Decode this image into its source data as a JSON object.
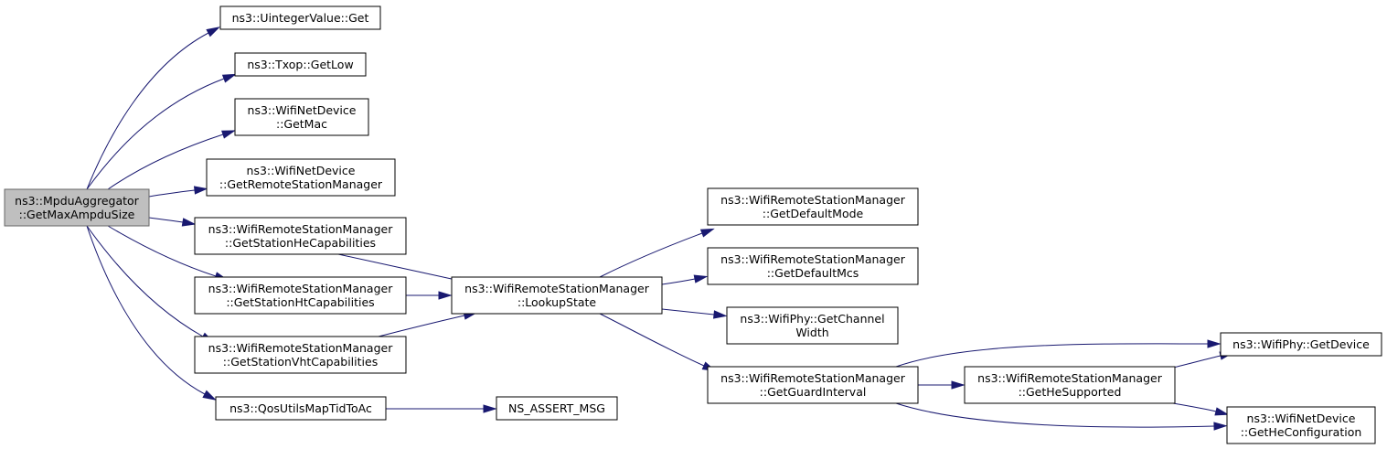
{
  "nodes": [
    {
      "id": "root",
      "lines": [
        "ns3::MpduAggregator",
        "::GetMaxAmpduSize"
      ],
      "root": true
    },
    {
      "id": "uinteger",
      "lines": [
        "ns3::UintegerValue::Get"
      ]
    },
    {
      "id": "txop",
      "lines": [
        "ns3::Txop::GetLow"
      ]
    },
    {
      "id": "getmac",
      "lines": [
        "ns3::WifiNetDevice",
        "::GetMac"
      ]
    },
    {
      "id": "getrsm",
      "lines": [
        "ns3::WifiNetDevice",
        "::GetRemoteStationManager"
      ]
    },
    {
      "id": "hecap",
      "lines": [
        "ns3::WifiRemoteStationManager",
        "::GetStationHeCapabilities"
      ]
    },
    {
      "id": "htcap",
      "lines": [
        "ns3::WifiRemoteStationManager",
        "::GetStationHtCapabilities"
      ]
    },
    {
      "id": "vhtcap",
      "lines": [
        "ns3::WifiRemoteStationManager",
        "::GetStationVhtCapabilities"
      ]
    },
    {
      "id": "qos",
      "lines": [
        "ns3::QosUtilsMapTidToAc"
      ]
    },
    {
      "id": "assert",
      "lines": [
        "NS_ASSERT_MSG"
      ]
    },
    {
      "id": "lookup",
      "lines": [
        "ns3::WifiRemoteStationManager",
        "::LookupState"
      ]
    },
    {
      "id": "defmode",
      "lines": [
        "ns3::WifiRemoteStationManager",
        "::GetDefaultMode"
      ]
    },
    {
      "id": "defmcs",
      "lines": [
        "ns3::WifiRemoteStationManager",
        "::GetDefaultMcs"
      ]
    },
    {
      "id": "chwidth",
      "lines": [
        "ns3::WifiPhy::GetChannel",
        "Width"
      ]
    },
    {
      "id": "guard",
      "lines": [
        "ns3::WifiRemoteStationManager",
        "::GetGuardInterval"
      ]
    },
    {
      "id": "hesup",
      "lines": [
        "ns3::WifiRemoteStationManager",
        "::GetHeSupported"
      ]
    },
    {
      "id": "getdevice",
      "lines": [
        "ns3::WifiPhy::GetDevice"
      ]
    },
    {
      "id": "heconf",
      "lines": [
        "ns3::WifiNetDevice",
        "::GetHeConfiguration"
      ]
    }
  ],
  "edges": [
    {
      "from": "root",
      "to": "uinteger"
    },
    {
      "from": "root",
      "to": "txop"
    },
    {
      "from": "root",
      "to": "getmac"
    },
    {
      "from": "root",
      "to": "getrsm"
    },
    {
      "from": "root",
      "to": "hecap"
    },
    {
      "from": "root",
      "to": "htcap"
    },
    {
      "from": "root",
      "to": "vhtcap"
    },
    {
      "from": "root",
      "to": "qos"
    },
    {
      "from": "hecap",
      "to": "lookup"
    },
    {
      "from": "htcap",
      "to": "lookup"
    },
    {
      "from": "vhtcap",
      "to": "lookup"
    },
    {
      "from": "qos",
      "to": "assert"
    },
    {
      "from": "lookup",
      "to": "defmode"
    },
    {
      "from": "lookup",
      "to": "defmcs"
    },
    {
      "from": "lookup",
      "to": "chwidth"
    },
    {
      "from": "lookup",
      "to": "guard"
    },
    {
      "from": "guard",
      "to": "getdevice"
    },
    {
      "from": "guard",
      "to": "hesup"
    },
    {
      "from": "guard",
      "to": "heconf"
    },
    {
      "from": "hesup",
      "to": "getdevice"
    },
    {
      "from": "hesup",
      "to": "heconf"
    }
  ]
}
